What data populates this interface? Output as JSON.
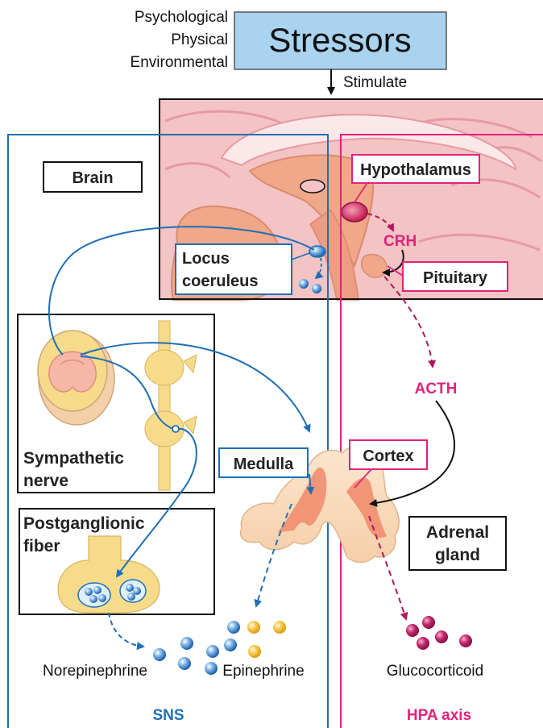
{
  "stressors": {
    "title": "Stressors",
    "types": [
      "Psychological",
      "Physical",
      "Environmental"
    ],
    "stimulate": "Stimulate"
  },
  "labels": {
    "brain": "Brain",
    "hypothalamus": "Hypothalamus",
    "crh": "CRH",
    "pituitary": "Pituitary",
    "locus_line1": "Locus",
    "locus_line2": "coeruleus",
    "acth": "ACTH",
    "sympathetic_line1": "Sympathetic",
    "sympathetic_line2": "nerve",
    "medulla": "Medulla",
    "cortex": "Cortex",
    "postganglionic_line1": "Postganglionic",
    "postganglionic_line2": "fiber",
    "adrenal_line1": "Adrenal",
    "adrenal_line2": "gland",
    "norepinephrine": "Norepinephrine",
    "epinephrine": "Epinephrine",
    "glucocorticoid": "Glucocorticoid",
    "sns": "SNS",
    "hpa": "HPA axis"
  },
  "colors": {
    "sns_blue": "#1f6fb5",
    "hpa_pink": "#e0237a",
    "hormone_magenta": "#b0185e",
    "stressor_box": "#a9d3ef",
    "brain_pink": "#f2b3b8",
    "tissue_yellow": "#f6dc8a",
    "epinephrine_orange": "#f2b230"
  }
}
